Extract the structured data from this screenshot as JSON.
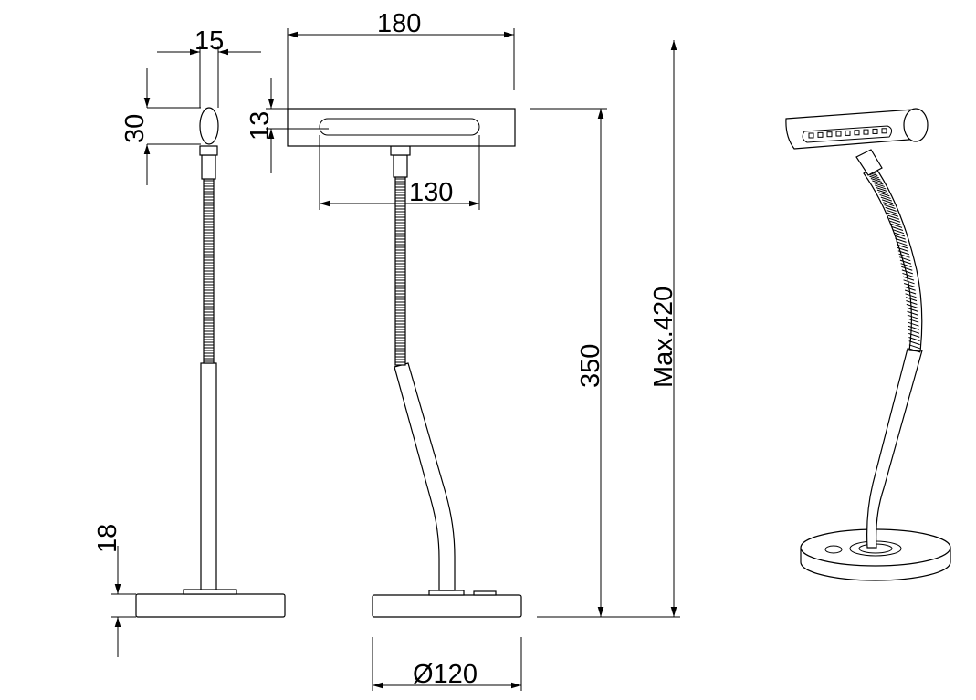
{
  "dimensions": {
    "head_width": "15",
    "head_height": "30",
    "head_depth": "13",
    "head_length": "180",
    "light_strip_length": "130",
    "base_height": "18",
    "height": "350",
    "max_height": "Max.420",
    "base_diameter": "Ø120"
  },
  "colors": {
    "line": "#000000",
    "background": "#ffffff"
  }
}
